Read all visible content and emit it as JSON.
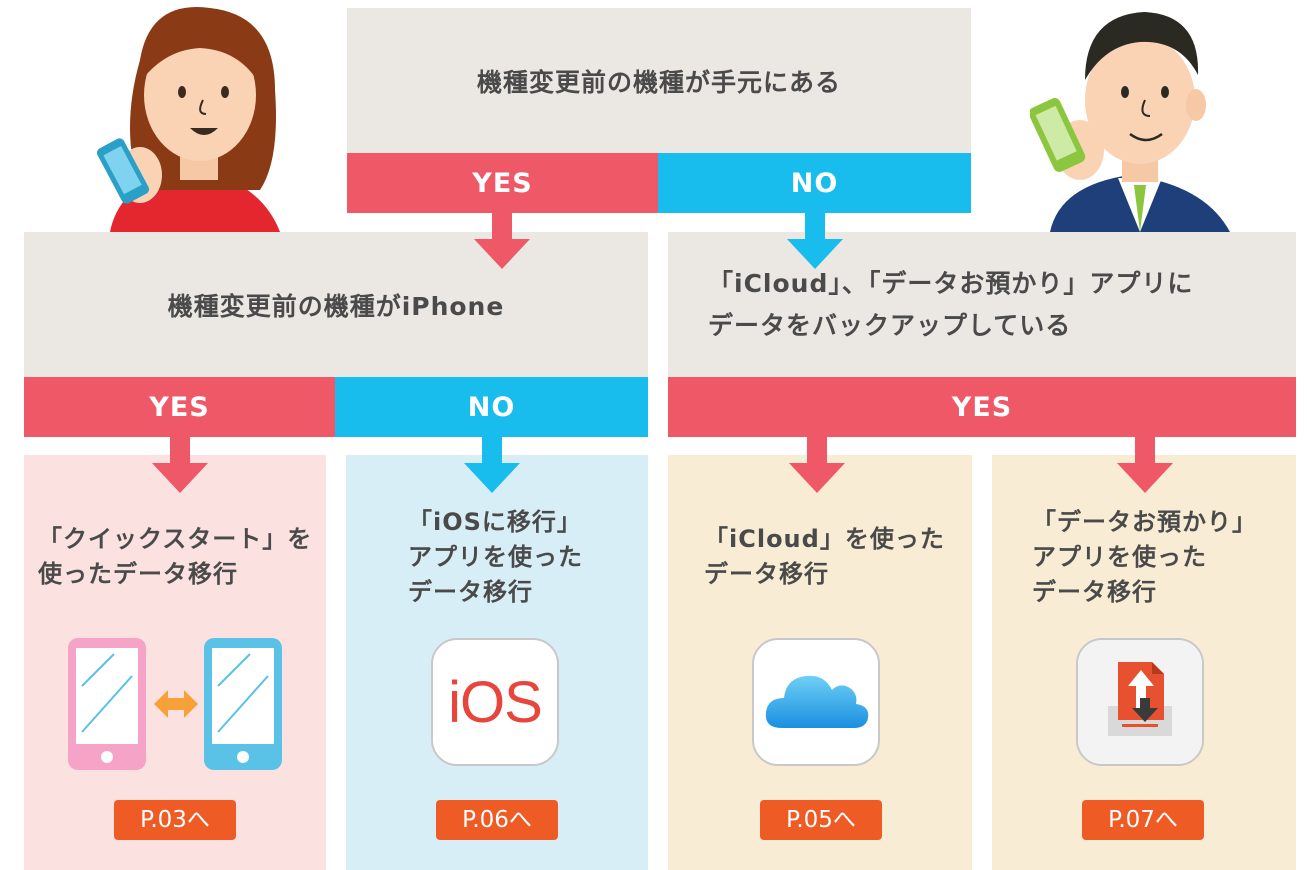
{
  "top": {
    "question": "機種変更前の機種が手元にある",
    "yes_label": "YES",
    "no_label": "NO"
  },
  "left_branch": {
    "question": "機種変更前の機種がiPhone",
    "yes_label": "YES",
    "no_label": "NO"
  },
  "right_branch": {
    "question_line1": "「iCloud」、「データお預かり」アプリに",
    "question_line2": "データをバックアップしている",
    "yes_label": "YES"
  },
  "results": [
    {
      "line1": "「クイックスタート」を",
      "line2": "使ったデータ移行",
      "page_link": "P.03へ",
      "icon": "phone-transfer-icon"
    },
    {
      "line1": "「iOSに移行」",
      "line2": "アプリを使った",
      "line3": "データ移行",
      "page_link": "P.06へ",
      "icon": "ios-app-icon",
      "icon_text": "iOS"
    },
    {
      "line1": "「iCloud」を使った",
      "line2": "データ移行",
      "page_link": "P.05へ",
      "icon": "icloud-icon"
    },
    {
      "line1": "「データお預かり」",
      "line2": "アプリを使った",
      "line3": "データ移行",
      "page_link": "P.07へ",
      "icon": "data-backup-app-icon"
    }
  ],
  "colors": {
    "yes": "#ef5866",
    "no": "#18bdee",
    "question_bg": "#ebe8e4",
    "link_bg": "#ef5b24"
  }
}
